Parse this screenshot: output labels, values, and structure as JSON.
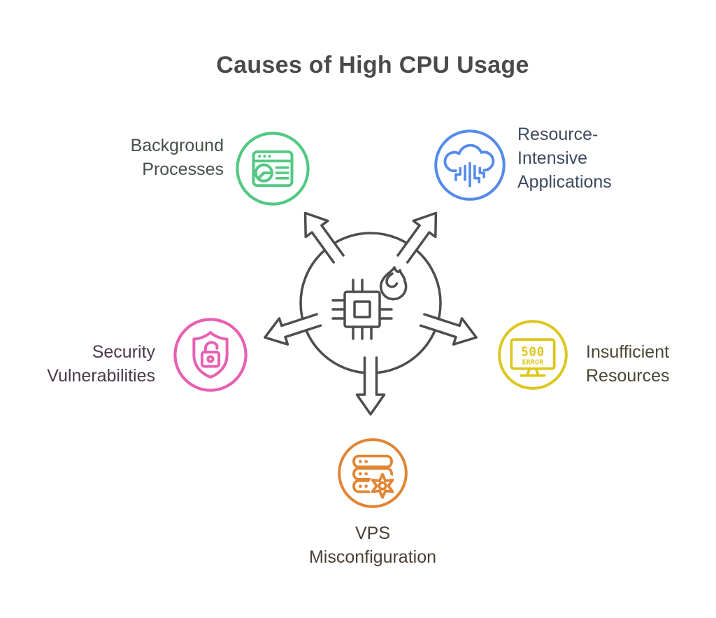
{
  "title": "Causes of High CPU Usage",
  "title_color": "#4a4a4a",
  "center": {
    "icon": "cpu-overheating-icon",
    "color": "#4d4d4d",
    "arrow_count": 5
  },
  "nodes": [
    {
      "id": "background-processes",
      "label": "Background Processes",
      "icon": "browser-pie-chart-icon",
      "color": "#52c882",
      "label_color": "#465048"
    },
    {
      "id": "resource-intensive-applications",
      "label": "Resource-Intensive Applications",
      "icon": "cloud-circuit-icon",
      "color": "#548aec",
      "label_color": "#3f4a5f"
    },
    {
      "id": "security-vulnerabilities",
      "label": "Security Vulnerabilities",
      "icon": "shield-unlocked-icon",
      "color": "#e85fb2",
      "label_color": "#4b3948"
    },
    {
      "id": "insufficient-resources",
      "label": "Insufficient Resources",
      "icon": "error-monitor-icon",
      "color": "#ddc71e",
      "label_color": "#4b4734",
      "icon_text": [
        "500",
        "ERROR"
      ]
    },
    {
      "id": "vps-misconfiguration",
      "label": "VPS Misconfiguration",
      "icon": "server-gear-icon",
      "color": "#e18433",
      "label_color": "#4b4036"
    }
  ]
}
